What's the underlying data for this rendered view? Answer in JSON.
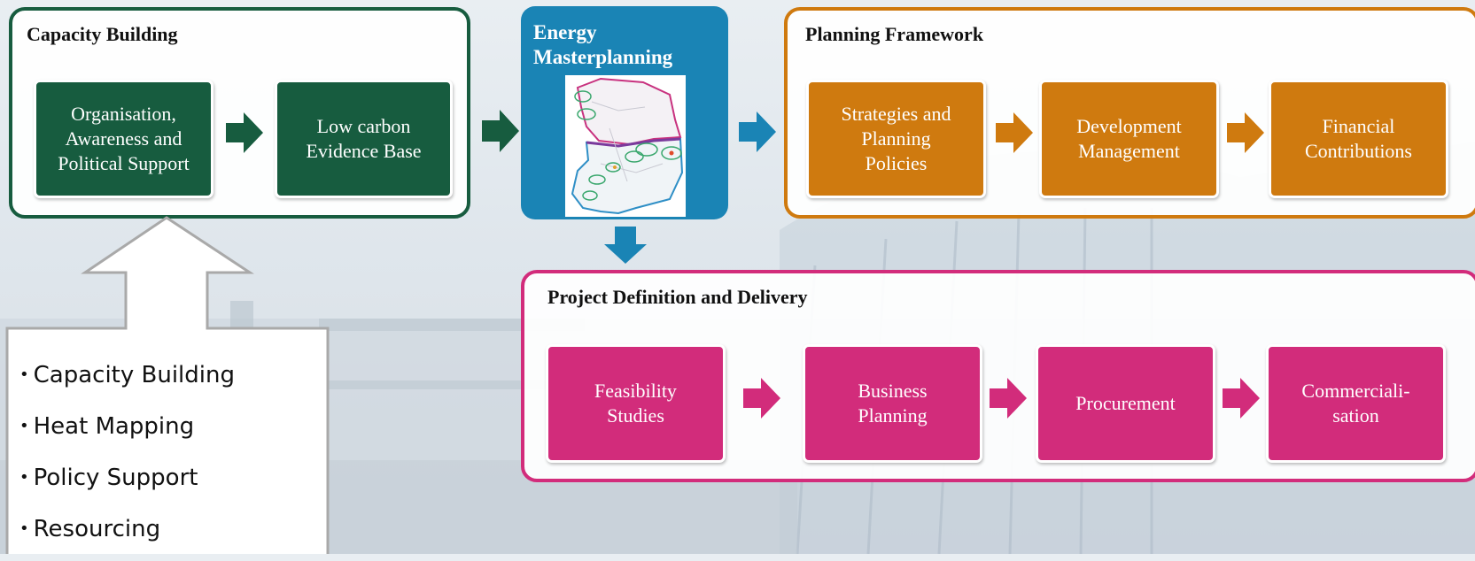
{
  "colors": {
    "green": "#175c3f",
    "blue": "#1a84b5",
    "orange": "#cf7a0f",
    "pink": "#d22c7b"
  },
  "capacity_building": {
    "title": "Capacity Building",
    "steps": [
      "Organisation,\nAwareness and\nPolitical Support",
      "Low carbon\nEvidence Base"
    ]
  },
  "energy_masterplanning": {
    "title": "Energy\nMasterplanning"
  },
  "planning_framework": {
    "title": "Planning Framework",
    "steps": [
      "Strategies and\nPlanning\nPolicies",
      "Development\nManagement",
      "Financial\nContributions"
    ]
  },
  "project_definition": {
    "title": "Project Definition and Delivery",
    "steps": [
      "Feasibility\nStudies",
      "Business\nPlanning",
      "Procurement",
      "Commerciali-\nsation"
    ]
  },
  "support_box": {
    "items": [
      "Capacity Building",
      "Heat Mapping",
      "Policy Support",
      "Resourcing"
    ]
  }
}
